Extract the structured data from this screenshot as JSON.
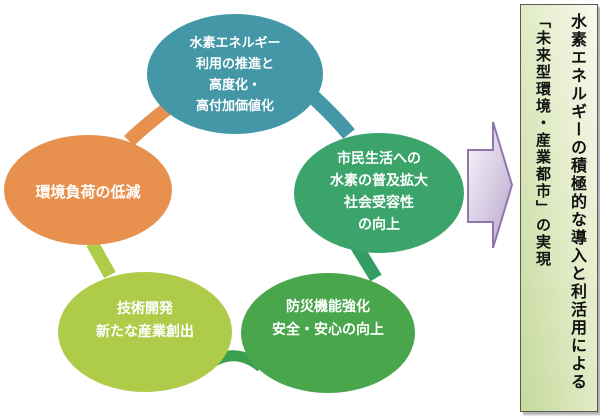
{
  "diagram": {
    "title_hint": "hydrogen-energy-strategy-cycle",
    "bubbles": [
      {
        "id": "hydrogen-promotion",
        "color": "#4397a7",
        "lines": [
          "水素エネルギー",
          "利用の推進と",
          "高度化・",
          "高付加価値化"
        ]
      },
      {
        "id": "environmental-load",
        "color": "#e8914e",
        "lines": [
          "環境負荷の低減"
        ]
      },
      {
        "id": "citizen-life",
        "color": "#3aa46b",
        "lines": [
          "市民生活への",
          "水素の普及拡大",
          "社会受容性",
          "の向上"
        ]
      },
      {
        "id": "technology",
        "color": "#afcb4a",
        "lines": [
          "技術開発",
          "新たな産業創出"
        ]
      },
      {
        "id": "disaster-prevention",
        "color": "#4aa64d",
        "lines": [
          "防災機能強化",
          "安全・安心の向上"
        ]
      }
    ],
    "connectors": [
      {
        "from": "environmental-load",
        "to": "hydrogen-promotion",
        "color": "#e8914e"
      },
      {
        "from": "hydrogen-promotion",
        "to": "citizen-life",
        "color": "#4397a7"
      },
      {
        "from": "citizen-life",
        "to": "disaster-prevention",
        "color": "#339e63"
      },
      {
        "from": "disaster-prevention",
        "to": "technology",
        "color": "#3ba04b"
      },
      {
        "from": "technology",
        "to": "environmental-load",
        "color": "#afcb4a"
      }
    ],
    "arrow": {
      "fill_light": "#faf8fc",
      "fill_dark": "#b9a6cc",
      "stroke": "#8d77ad"
    },
    "result_box": {
      "line1": "水素エネルギーの積極的な導入と利活用による",
      "line2": "「未来型環境・産業都市」の実現",
      "bg_light": "#f7f9ee",
      "bg_dark": "#c5d99c",
      "border": "#5a5a52",
      "text_color": "#111111"
    }
  }
}
